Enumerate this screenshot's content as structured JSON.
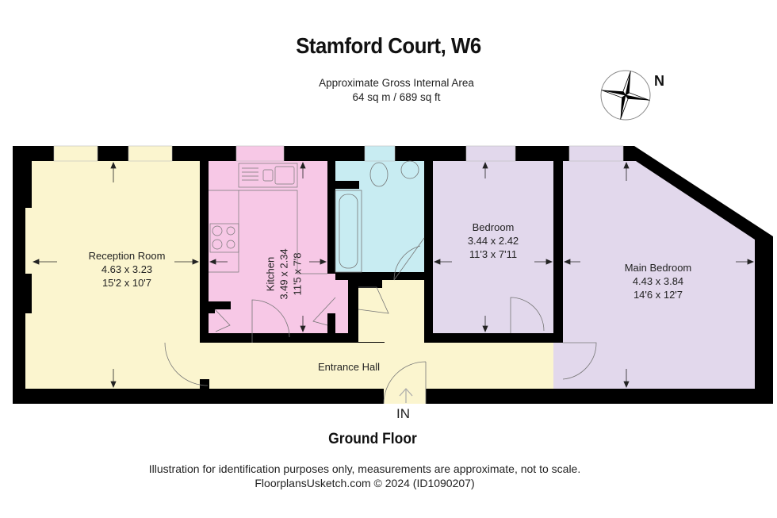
{
  "header": {
    "title": "Stamford Court, W6",
    "area_label": "Approximate Gross Internal Area",
    "area_value": "64 sq m / 689 sq ft",
    "compass_label": "N"
  },
  "rooms": {
    "reception": {
      "name": "Reception Room",
      "metric": "4.63 x 3.23",
      "imperial": "15'2 x 10'7",
      "color": "#fbf5cf"
    },
    "kitchen": {
      "name": "Kitchen",
      "metric": "3.49 x 2.34",
      "imperial": "11'5 x 7'8",
      "color": "#f7c8e6"
    },
    "bathroom": {
      "color": "#c8ecf2"
    },
    "bedroom": {
      "name": "Bedroom",
      "metric": "3.44 x 2.42",
      "imperial": "11'3 x 7'11",
      "color": "#e2d8ec"
    },
    "main_bedroom": {
      "name": "Main Bedroom",
      "metric": "4.43 x 3.84",
      "imperial": "14'6 x 12'7",
      "color": "#e2d8ec"
    },
    "entrance_hall": {
      "name": "Entrance Hall",
      "color": "#fbf5cf"
    }
  },
  "entry_label": "IN",
  "floor_label": "Ground Floor",
  "footer": {
    "disclaimer": "Illustration for identification purposes only, measurements are approximate, not to scale.",
    "credit": "FloorplansUsketch.com © 2024 (ID1090207)"
  },
  "colors": {
    "wall": "#000000",
    "hall": "#fbf5cf",
    "kitchen": "#f7c8e6",
    "bathroom": "#c8ecf2",
    "bedroom": "#e2d8ec"
  }
}
